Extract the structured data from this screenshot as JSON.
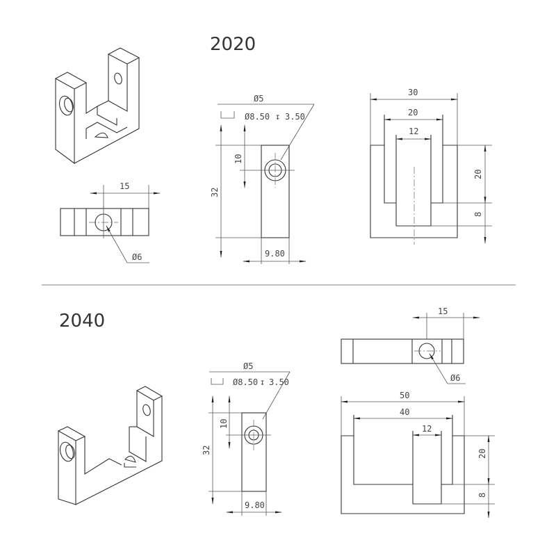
{
  "sections": [
    {
      "title": "2020",
      "isometric_view": {
        "label": "2020 bracket isometric"
      },
      "top_view": {
        "dim_width": "15",
        "hole_dia": "Ø6"
      },
      "side_view": {
        "hole_note_line1": "Ø5",
        "hole_note_line2": "Ø8.50",
        "hole_note_depth": "3.50",
        "dim_hole_offset": "10",
        "dim_height": "32",
        "dim_width": "9.80"
      },
      "front_view": {
        "dim_outer": "30",
        "dim_inner": "20",
        "dim_slot": "12",
        "dim_upper_height": "20",
        "dim_base": "8"
      }
    },
    {
      "title": "2040",
      "isometric_view": {
        "label": "2040 bracket isometric"
      },
      "top_view": {
        "dim_width": "15",
        "hole_dia": "Ø6"
      },
      "side_view": {
        "hole_note_line1": "Ø5",
        "hole_note_line2": "Ø8.50",
        "hole_note_depth": "3.50",
        "dim_hole_offset": "10",
        "dim_height": "32",
        "dim_width": "9.80"
      },
      "front_view": {
        "dim_outer": "50",
        "dim_inner": "40",
        "dim_slot": "12",
        "dim_upper_height": "20",
        "dim_base": "8"
      }
    }
  ],
  "symbols": {
    "counterbore": "⌴",
    "depth": "↧"
  }
}
